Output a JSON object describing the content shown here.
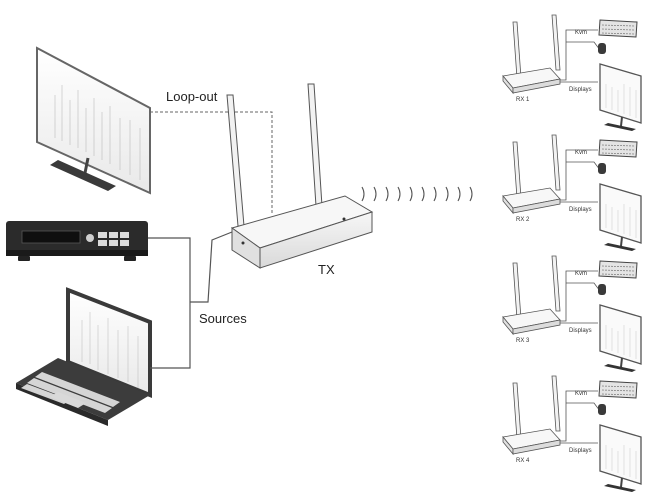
{
  "labels": {
    "loop_out": "Loop-out",
    "tx": "TX",
    "sources": "Sources"
  },
  "receivers": [
    {
      "name": "RX 1",
      "kvm": "Kvm",
      "displays": "Displays"
    },
    {
      "name": "RX 2",
      "kvm": "Kvm",
      "displays": "Displays"
    },
    {
      "name": "RX 3",
      "kvm": "Kvm",
      "displays": "Displays"
    },
    {
      "name": "RX 4",
      "kvm": "Kvm",
      "displays": "Displays"
    }
  ],
  "colors": {
    "line": "#555555",
    "device_dark": "#2b2b2b",
    "accent": "#8a8a8a"
  }
}
